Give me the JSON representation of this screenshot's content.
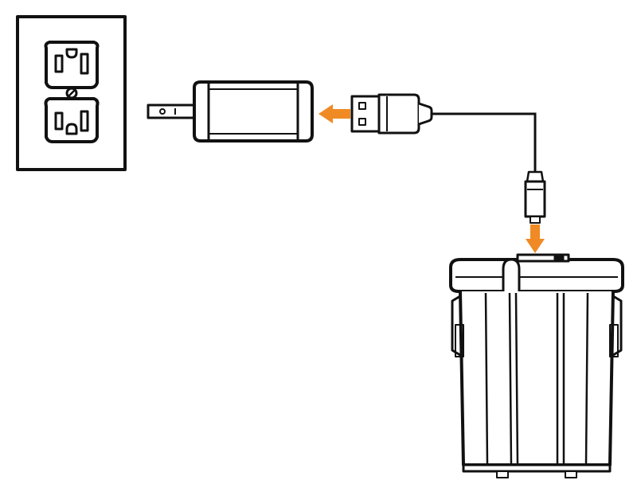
{
  "diagram": {
    "type": "charging-instructions-illustration",
    "components": [
      {
        "id": "wall-outlet",
        "icon": "duplex-outlet-icon"
      },
      {
        "id": "wall-adapter",
        "icon": "usb-wall-charger-icon"
      },
      {
        "id": "usb-a-plug",
        "icon": "usb-a-plug-icon"
      },
      {
        "id": "micro-usb-plug",
        "icon": "micro-usb-plug-icon"
      },
      {
        "id": "device",
        "icon": "container-device-icon"
      }
    ],
    "arrows": [
      {
        "from": "usb-a-plug",
        "to": "wall-adapter",
        "direction": "left"
      },
      {
        "from": "micro-usb-plug",
        "to": "device",
        "direction": "down"
      }
    ],
    "colors": {
      "stroke": "#111111",
      "fill": "#ffffff",
      "arrow": "#f08a24"
    }
  }
}
